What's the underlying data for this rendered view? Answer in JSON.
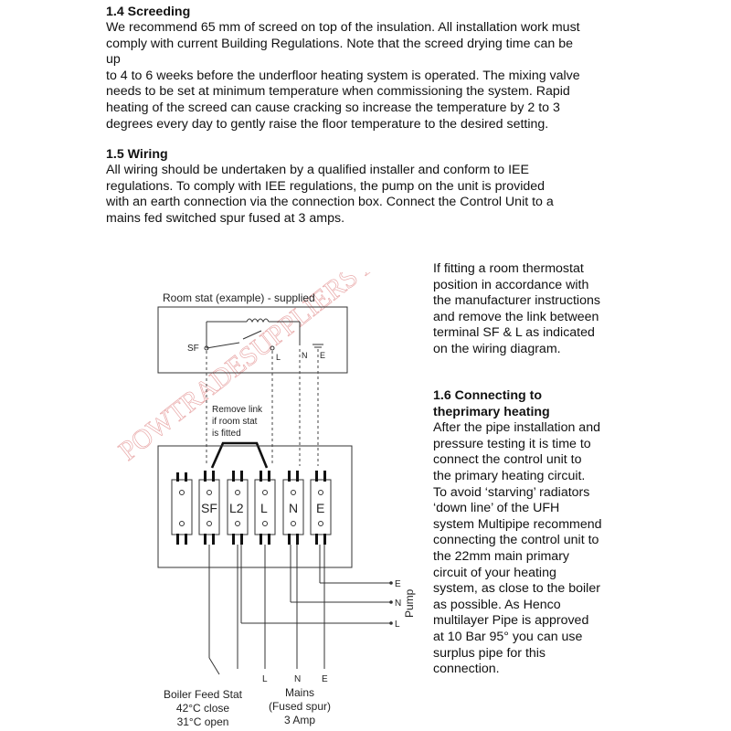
{
  "screeding": {
    "heading": "1.4 Screeding",
    "lines": [
      "We recommend 65 mm of screed on top of the insulation. All installation work must",
      "comply with current Building Regulations. Note that the screed drying time can be up",
      "to 4 to 6 weeks before the underfloor heating system is operated. The mixing valve",
      "needs to be set at minimum temperature when commissioning the system. Rapid",
      "heating of the screed can cause cracking so increase the temperature by 2 to 3",
      "degrees every day to gently raise the floor temperature to the desired setting."
    ]
  },
  "wiring": {
    "heading": "1.5 Wiring",
    "lines": [
      "All wiring should be undertaken by a qualified installer and conform to IEE",
      "regulations. To comply with IEE regulations, the pump on the unit is provided",
      "with an earth connection via the connection box. Connect the Control Unit to a",
      "mains fed switched spur fused at 3 amps."
    ]
  },
  "thermostat_note": {
    "lines": [
      "If fitting a room thermostat",
      "position in accordance with",
      "the manufacturer instructions",
      "and remove the link between",
      "terminal SF & L as indicated",
      "on the wiring diagram."
    ]
  },
  "connecting": {
    "heading_lines": [
      "1.6 Connecting to",
      "theprimary heating"
    ],
    "lines": [
      "After the pipe installation and",
      "pressure testing it is time to",
      "connect the control unit to",
      "the primary heating circuit.",
      "To avoid ‘starving’ radiators",
      "‘down line’ of the UFH",
      "system Multipipe recommend",
      "connecting the control unit to",
      "the 22mm main primary",
      "circuit of your heating",
      "system, as close to the boiler",
      "as possible. As Henco",
      "multilayer Pipe is approved",
      "at 10 Bar 95° you can use",
      "surplus pipe for this",
      "connection."
    ]
  },
  "diagram": {
    "room_stat_title": "Room stat (example) - supplied",
    "stat_sf": "SF",
    "stat_l": "L",
    "stat_n": "N",
    "stat_e": "E",
    "remove_link": [
      "Remove link",
      "if room stat",
      "is fitted"
    ],
    "terminals": [
      "SF",
      "L2",
      "L",
      "N",
      "E"
    ],
    "pump_label": "Pump",
    "pump_e": "E",
    "pump_n": "N",
    "pump_l": "L",
    "mains_l": "L",
    "mains_n": "N",
    "mains_e": "E",
    "boiler_label": [
      "Boiler Feed Stat",
      "42°C close",
      "31°C open"
    ],
    "mains_label": [
      "Mains",
      "(Fused spur)",
      "3 Amp"
    ],
    "watermark": "POWTRADESUPPLIERS LTD"
  }
}
